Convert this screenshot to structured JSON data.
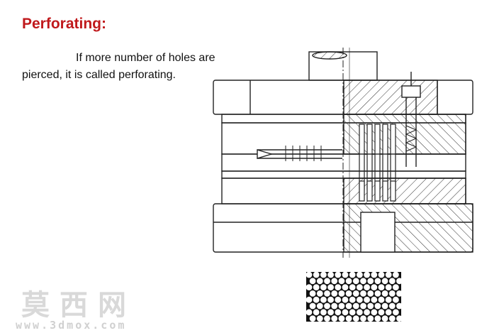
{
  "slide": {
    "title": "Perforating:",
    "paragraph": "If more number of holes are pierced, it is called perforating."
  },
  "watermark": {
    "text": "莫西网",
    "url": "www.3dmox.com"
  },
  "colors": {
    "title": "#c0191c",
    "text": "#111111",
    "line": "#222222",
    "watermark": "#d9d9d9"
  }
}
